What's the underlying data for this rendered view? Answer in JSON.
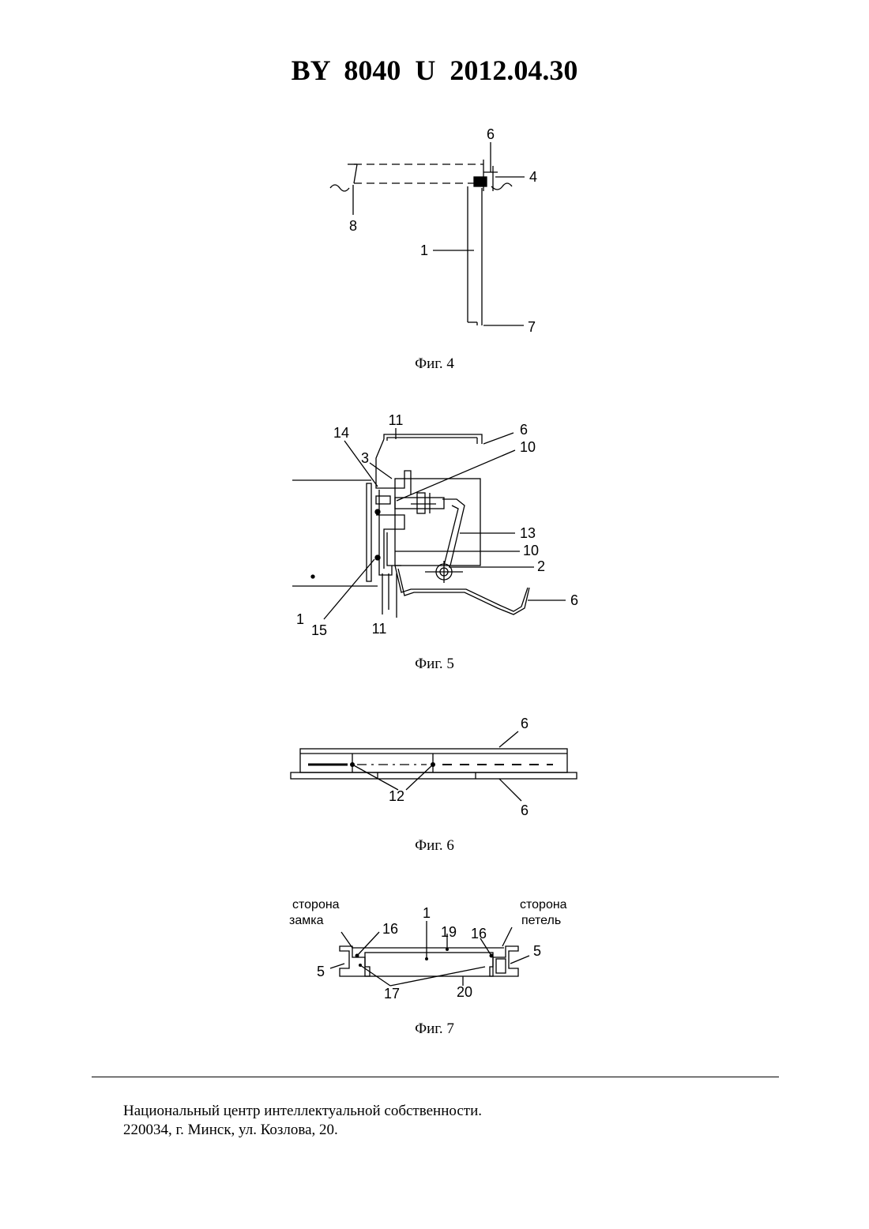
{
  "header": {
    "title": "BY  8040  U  2012.04.30"
  },
  "figures": [
    {
      "caption": "Фиг. 4",
      "labels": [
        "6",
        "4",
        "8",
        "1",
        "7"
      ]
    },
    {
      "caption": "Фиг. 5",
      "labels": [
        "11",
        "6",
        "14",
        "3",
        "10",
        "13",
        "10",
        "2",
        "1",
        "15",
        "11",
        "6"
      ]
    },
    {
      "caption": "Фиг. 6",
      "labels": [
        "6",
        "12",
        "6"
      ]
    },
    {
      "caption": "Фиг. 7",
      "labels": [
        "сторона",
        "замка",
        "сторона",
        "петель",
        "1",
        "16",
        "19",
        "16",
        "5",
        "5",
        "17",
        "20"
      ]
    }
  ],
  "footer": {
    "line1": "Национальный центр интеллектуальной собственности.",
    "line2": "220034, г. Минск, ул. Козлова, 20."
  }
}
